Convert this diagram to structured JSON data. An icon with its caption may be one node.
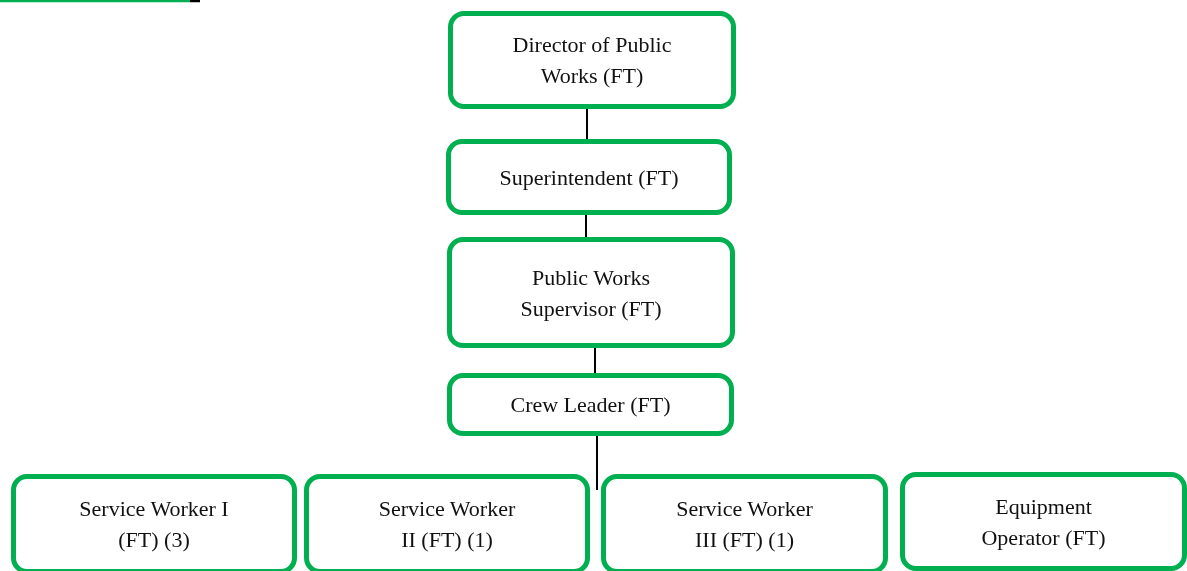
{
  "diagram": {
    "nodes": [
      {
        "text": [
          "Director of Public Works (FT)"
        ]
      },
      {
        "text": [
          "Superintendent (FT)"
        ]
      },
      {
        "text": [
          "Public Works Supervisor (FT)"
        ]
      },
      {
        "text": [
          "Crew Leader (FT)"
        ]
      },
      {
        "text": [
          "Service Worker I (FT) (3)"
        ]
      },
      {
        "text": [
          "Service Worker II (FT) (1)"
        ]
      },
      {
        "text": [
          "Service Worker III (FT) (1)"
        ]
      },
      {
        "text": [
          "Equipment Operator (FT)"
        ]
      }
    ],
    "edges": [
      {
        "from": 0,
        "to": 1,
        "arrow": "none"
      },
      {
        "from": 1,
        "to": 2,
        "arrow": "none"
      },
      {
        "from": 2,
        "to": 3,
        "arrow": "none"
      },
      {
        "from": 3,
        "to": 5,
        "arrow": "none"
      }
    ]
  }
}
